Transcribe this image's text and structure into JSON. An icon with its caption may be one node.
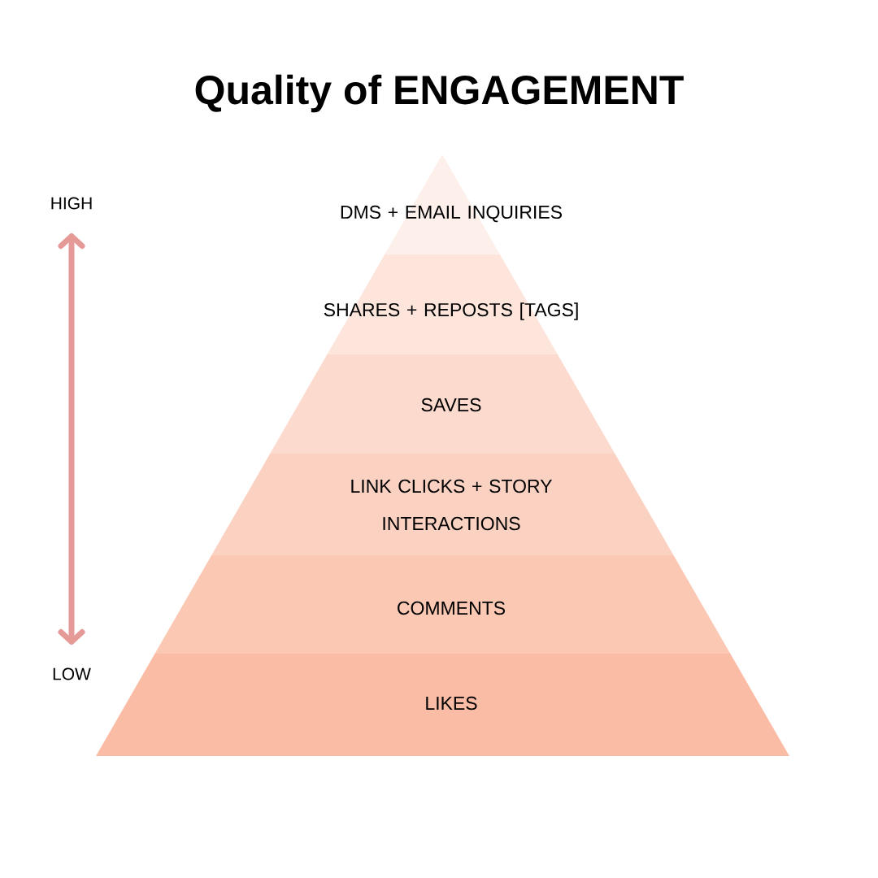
{
  "diagram": {
    "title": "Quality of ENGAGEMENT",
    "nodes": [
      {
        "text": [
          "DMS + EMAIL INQUIRIES"
        ]
      },
      {
        "text": [
          "SHARES + REPOSTS [TAGS]"
        ]
      },
      {
        "text": [
          "SAVES"
        ]
      },
      {
        "text": [
          "LINK CLICKS + STORY INTERACTIONS"
        ]
      },
      {
        "text": [
          "COMMENTS"
        ]
      },
      {
        "text": [
          "LIKES"
        ]
      }
    ],
    "labels": [
      "HIGH",
      "LOW"
    ]
  }
}
